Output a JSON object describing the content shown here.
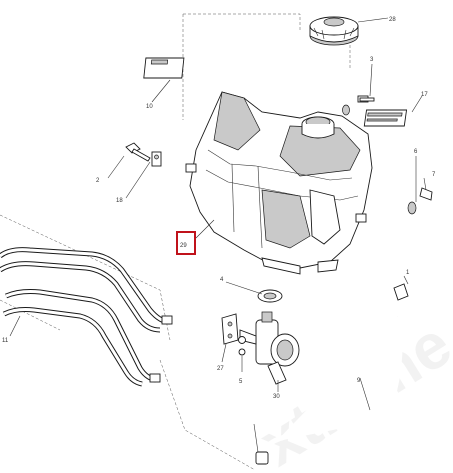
{
  "callouts": {
    "c28": "28",
    "c10": "10",
    "c3": "3",
    "c17": "17",
    "c2": "2",
    "c18": "18",
    "c6": "6",
    "c29": "29",
    "c11": "11",
    "c4": "4",
    "c1": "1",
    "c27": "27",
    "c5": "5",
    "c30": "30",
    "c9": "9",
    "c7": "7"
  },
  "highlight": {
    "color": "#c0121b",
    "target": "29"
  },
  "watermark": "xtreme",
  "icons": {
    "cap": "fuel-cap-icon",
    "tank": "fuel-tank-icon",
    "pump": "fuel-pump-icon",
    "hose": "fuel-hose-icon"
  }
}
